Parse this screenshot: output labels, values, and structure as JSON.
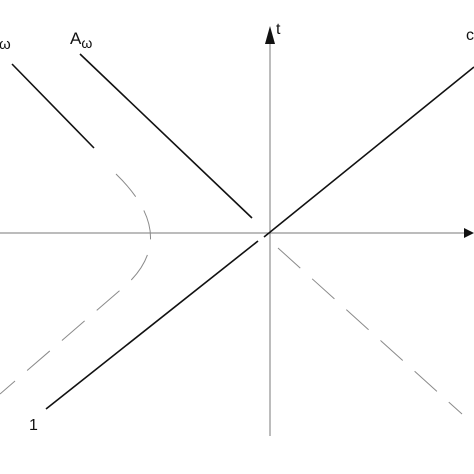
{
  "labels": {
    "left_partial_omega": "ω",
    "a_omega_base": "A",
    "a_omega_sub": "ω",
    "t_axis": "t",
    "point_1": "1",
    "right_partial": "c"
  },
  "colors": {
    "axis": "#7a7a7a",
    "line": "#111111",
    "dashed": "#8a8a8a"
  }
}
